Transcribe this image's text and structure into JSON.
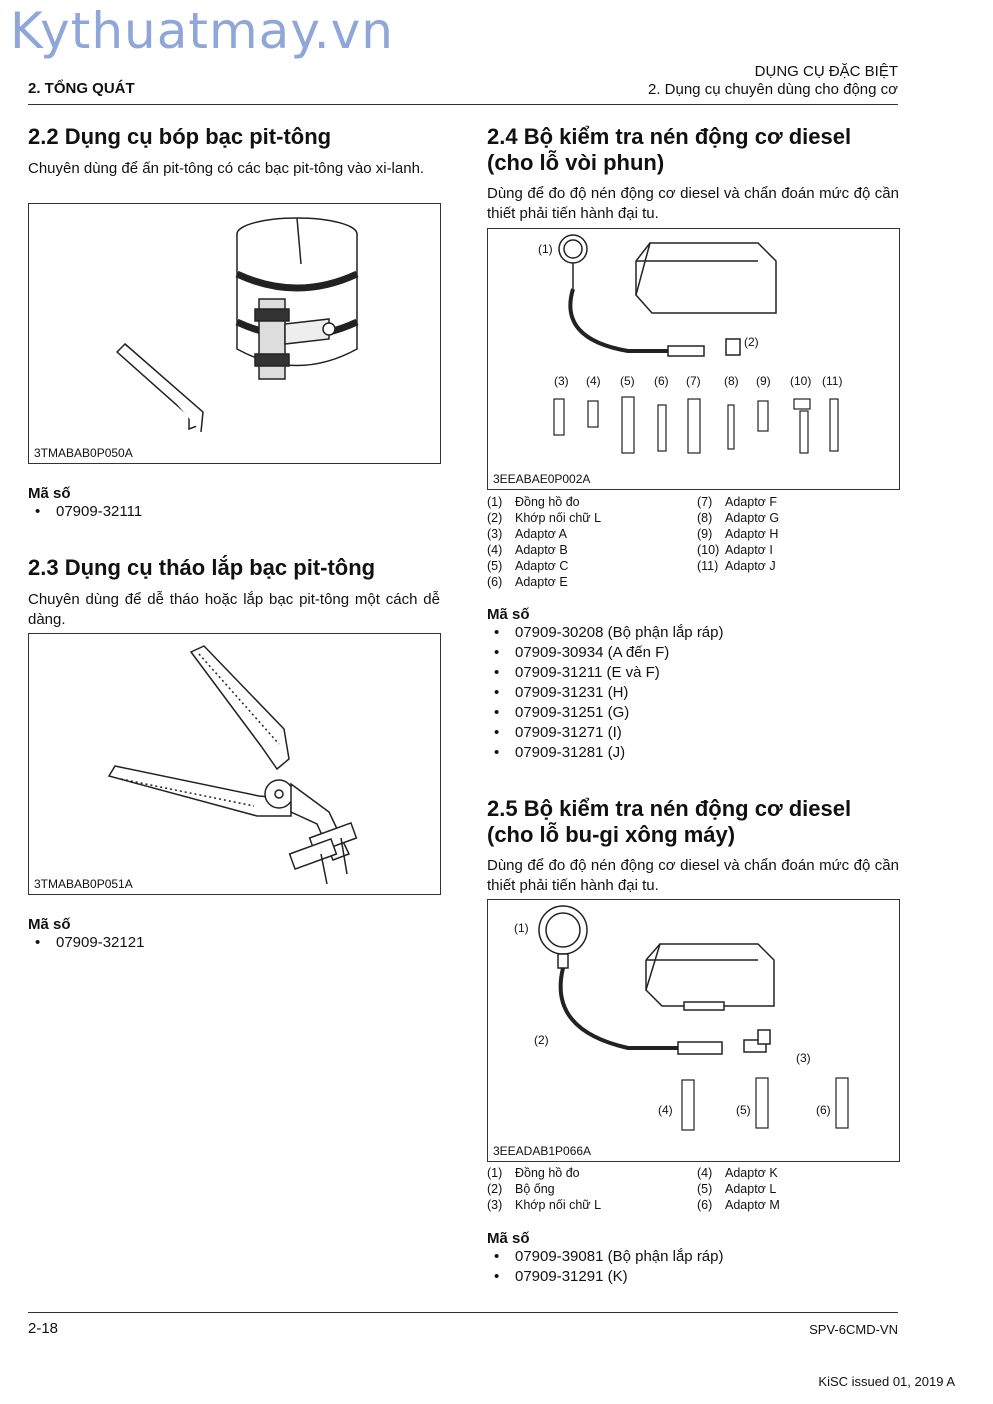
{
  "watermark": "Kythuatmay.vn",
  "header": {
    "section": "2. TỔNG QUÁT",
    "right_line1": "DỤNG CỤ ĐẶC BIỆT",
    "right_line2": "2. Dụng cụ chuyên dùng cho động cơ"
  },
  "s22": {
    "title": "2.2 Dụng cụ bóp bạc pit-tông",
    "desc": "Chuyên dùng để ấn pit-tông có các bạc pit-tông vào xi-lanh.",
    "fig_code": "3TMABAB0P050A",
    "code_label": "Mã số",
    "codes": [
      "07909-32111"
    ]
  },
  "s23": {
    "title": "2.3 Dụng cụ tháo lắp bạc pit-tông",
    "desc": "Chuyên dùng để dễ tháo hoặc lắp bạc pit-tông một cách dễ dàng.",
    "fig_code": "3TMABAB0P051A",
    "code_label": "Mã số",
    "codes": [
      "07909-32121"
    ]
  },
  "s24": {
    "title_line1": "2.4 Bộ kiểm tra nén động cơ diesel",
    "title_line2": "(cho lỗ vòi phun)",
    "desc": "Dùng để đo độ nén động cơ diesel và chẩn đoán mức độ cần thiết phải tiến hành đại tu.",
    "fig_code": "3EEABAE0P002A",
    "callouts": [
      "(1)",
      "(2)",
      "(3)",
      "(4)",
      "(5)",
      "(6)",
      "(7)",
      "(8)",
      "(9)",
      "(10)",
      "(11)"
    ],
    "legend_left": [
      {
        "n": "(1)",
        "t": "Đồng hồ đo"
      },
      {
        "n": "(2)",
        "t": "Khớp nối chữ L"
      },
      {
        "n": "(3)",
        "t": "Adaptơ A"
      },
      {
        "n": "(4)",
        "t": "Adaptơ B"
      },
      {
        "n": "(5)",
        "t": "Adaptơ C"
      },
      {
        "n": "(6)",
        "t": "Adaptơ E"
      }
    ],
    "legend_right": [
      {
        "n": "(7)",
        "t": "Adaptơ F"
      },
      {
        "n": "(8)",
        "t": "Adaptơ G"
      },
      {
        "n": "(9)",
        "t": "Adaptơ H"
      },
      {
        "n": "(10)",
        "t": "Adaptơ I"
      },
      {
        "n": "(11)",
        "t": "Adaptơ J"
      }
    ],
    "code_label": "Mã số",
    "codes": [
      "07909-30208 (Bộ phận lắp ráp)",
      "07909-30934 (A đến F)",
      "07909-31211 (E và F)",
      "07909-31231 (H)",
      "07909-31251 (G)",
      "07909-31271 (I)",
      "07909-31281 (J)"
    ]
  },
  "s25": {
    "title_line1": "2.5 Bộ kiểm tra nén động cơ diesel",
    "title_line2": "(cho lỗ bu-gi xông máy)",
    "desc": "Dùng để đo độ nén động cơ diesel và chẩn đoán mức độ cần thiết phải tiến hành đại tu.",
    "fig_code": "3EEADAB1P066A",
    "callouts": [
      "(1)",
      "(2)",
      "(3)",
      "(4)",
      "(5)",
      "(6)"
    ],
    "legend_left": [
      {
        "n": "(1)",
        "t": "Đồng hồ đo"
      },
      {
        "n": "(2)",
        "t": "Bộ ống"
      },
      {
        "n": "(3)",
        "t": "Khớp nối chữ L"
      }
    ],
    "legend_right": [
      {
        "n": "(4)",
        "t": "Adaptơ K"
      },
      {
        "n": "(5)",
        "t": "Adaptơ L"
      },
      {
        "n": "(6)",
        "t": "Adaptơ M"
      }
    ],
    "code_label": "Mã số",
    "codes": [
      "07909-39081 (Bộ phận lắp ráp)",
      "07909-31291 (K)"
    ]
  },
  "footer": {
    "page": "2-18",
    "doc": "SPV-6CMD-VN",
    "issued": "KiSC issued 01, 2019 A"
  }
}
